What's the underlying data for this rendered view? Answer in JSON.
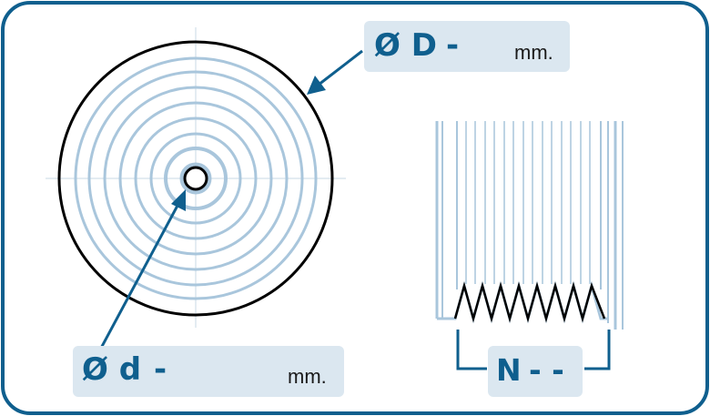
{
  "labels": {
    "outer_diameter": {
      "symbol": "Ø D",
      "dash": "-",
      "unit": "mm."
    },
    "inner_diameter": {
      "symbol": "Ø d",
      "dash": "-",
      "unit": "mm."
    },
    "ribs": {
      "symbol": "N",
      "dashes": "- -"
    }
  },
  "colors": {
    "frame": "#0f5f8e",
    "label_bg": "#dbe7f0",
    "label_text": "#0f5f8e",
    "groove_lines": "#a9c6dc",
    "outline": "#000000",
    "axis": "#c8d8e4"
  }
}
